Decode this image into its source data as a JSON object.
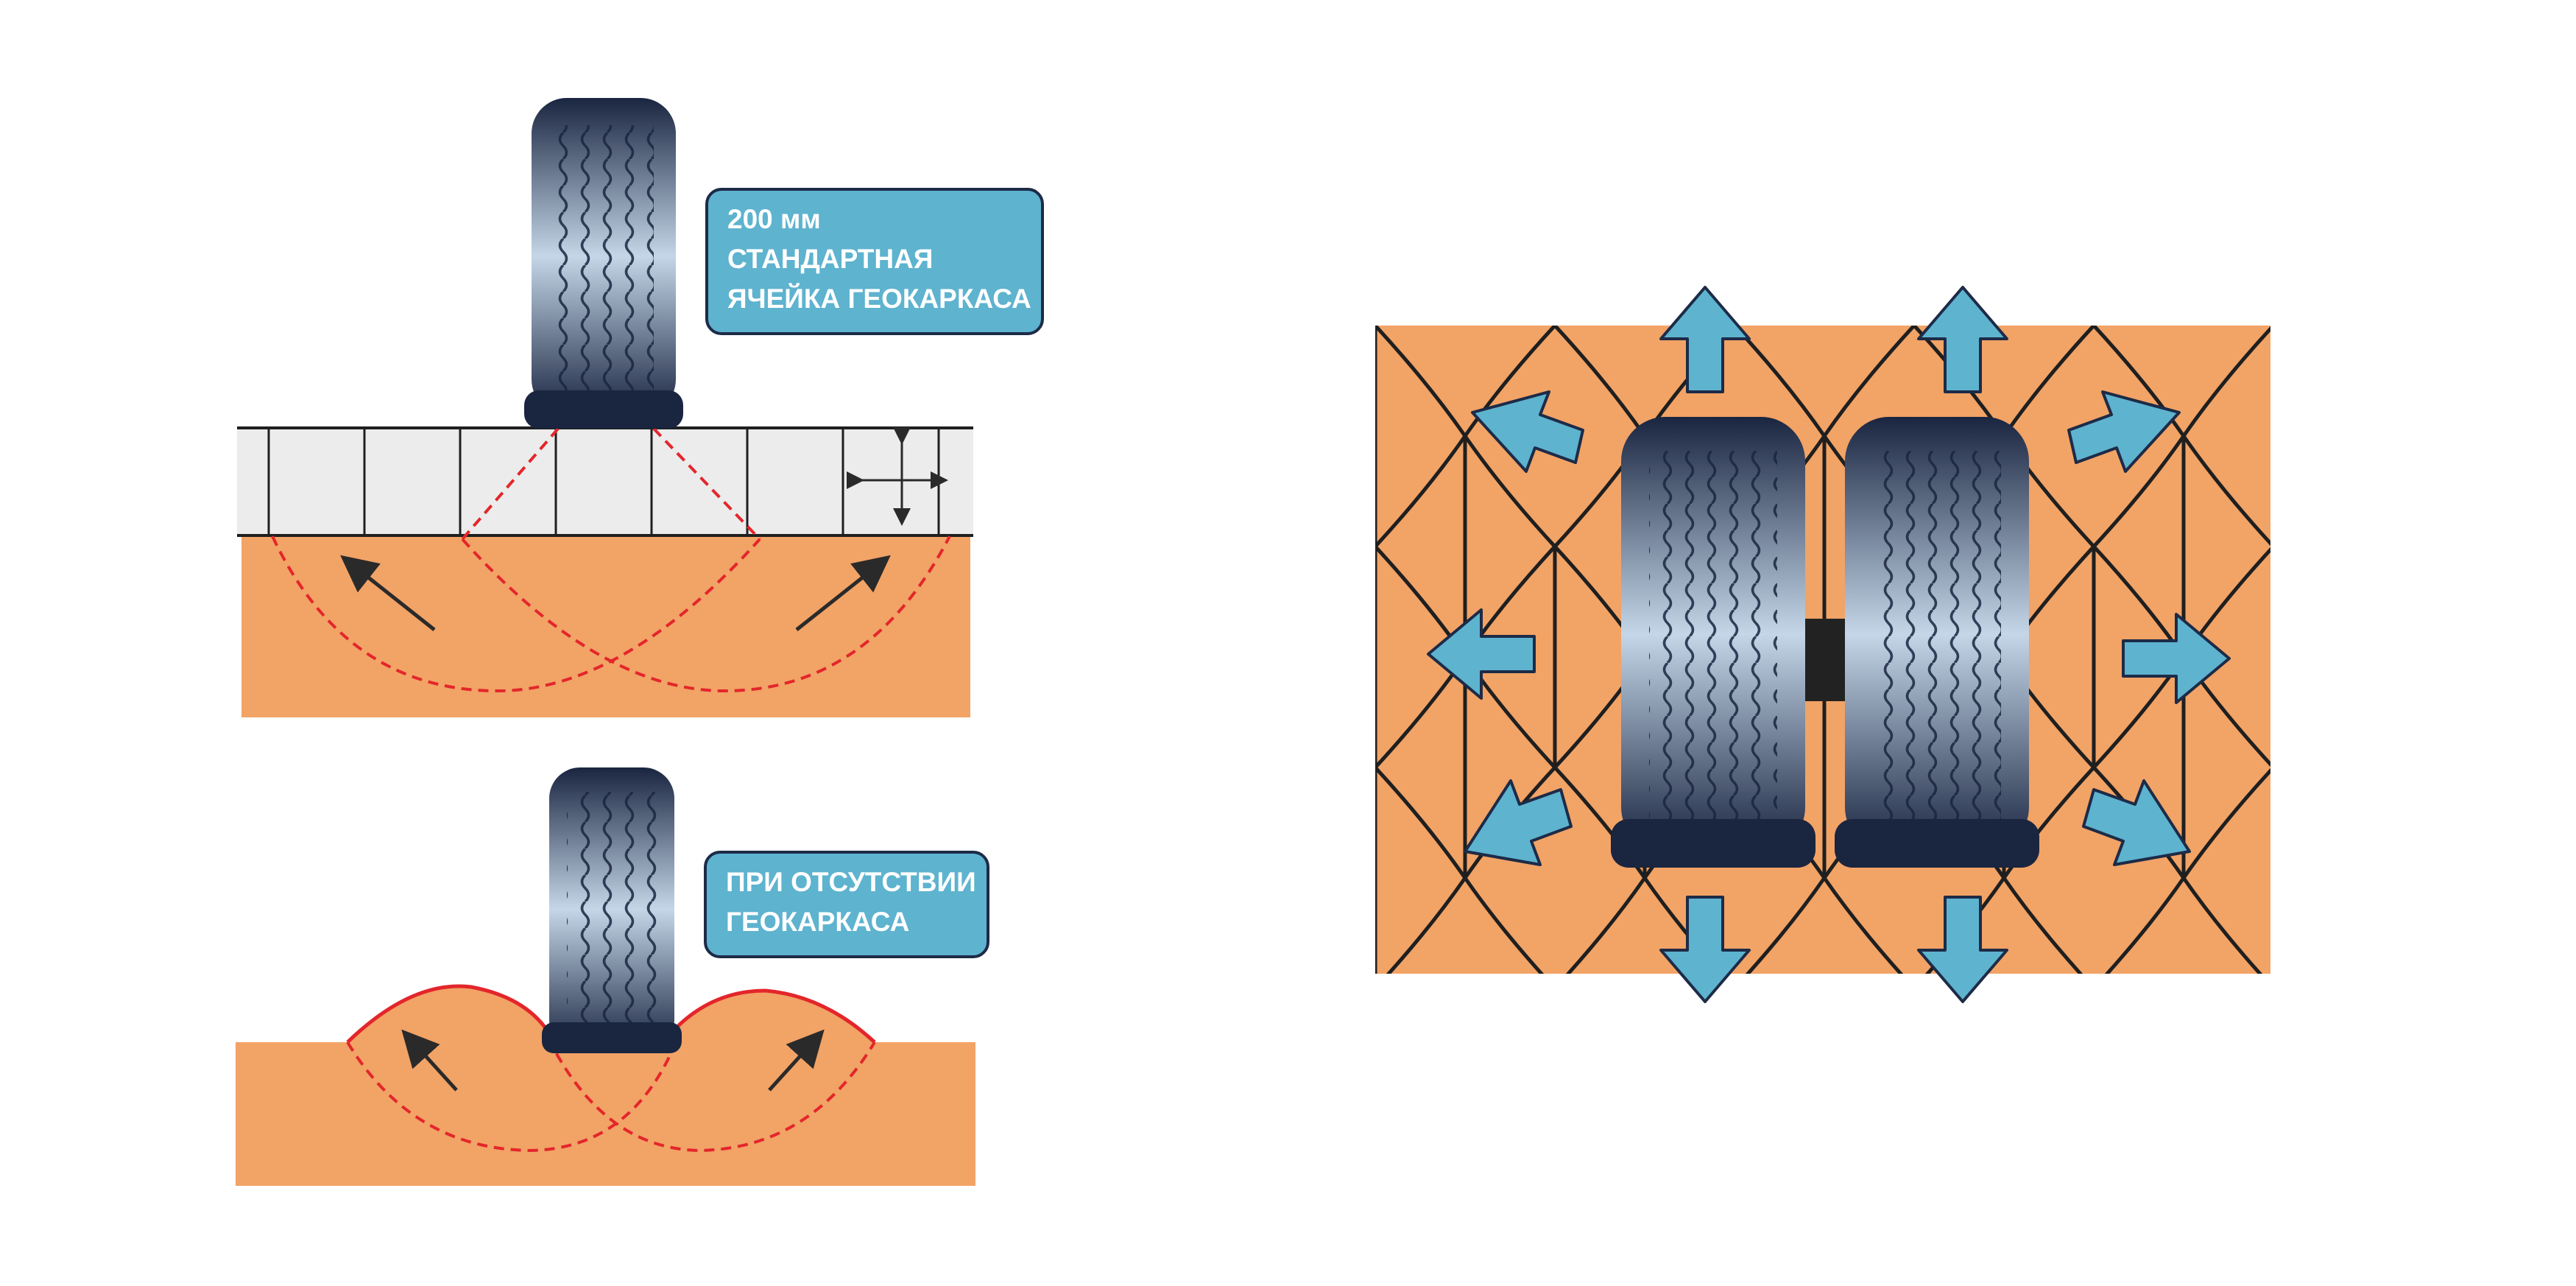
{
  "colors": {
    "soil": "#f2a366",
    "cell_fill": "#ececec",
    "line": "#1f1f1f",
    "stress": "#e3262b",
    "arrow_blue": "#5eb3cf",
    "label_bg": "#5eb3cf",
    "label_border": "#1d2b47",
    "tire_dark": "#1a2540",
    "tire_light": "#c4d6e8"
  },
  "top_panel": {
    "label_lines": [
      "200 мм",
      "СТАНДАРТНАЯ",
      "ЯЧЕЙКА ГЕОКАРКАСА"
    ]
  },
  "bottom_panel": {
    "label_lines": [
      "ПРИ ОТСУТСТВИИ",
      "ГЕОКАРКАСА"
    ]
  },
  "icons": {
    "wheel": "tire-icon",
    "direction": "arrow-icon",
    "cross": "bidirectional-cross-icon"
  }
}
